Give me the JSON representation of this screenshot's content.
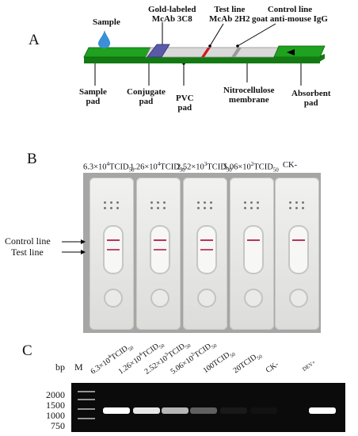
{
  "panels": {
    "a": "A",
    "b": "B",
    "c": "C"
  },
  "panel_a": {
    "sample": "Sample",
    "gold_labeled": "Gold-labeled",
    "mcab_3c8": "McAb 3C8",
    "test_line_title": "Test line",
    "mcab_2h2": "McAb 2H2",
    "control_line_title": "Control line",
    "goat_igg": "goat anti-mouse IgG",
    "sample_pad": [
      "Sample",
      "pad"
    ],
    "conjugate_pad": [
      "Conjugate",
      "pad"
    ],
    "pvc_pad": [
      "PVC",
      "pad"
    ],
    "nitrocellulose": [
      "Nitrocellulose",
      "membrane"
    ],
    "absorbent_pad": [
      "Absorbent",
      "pad"
    ],
    "colors": {
      "pad_green": "#1fa21f",
      "conjugate_blue": "#5a5aa8",
      "membrane_gray": "#d9d9d9",
      "test_red": "#d01a1a",
      "drop_blue": "#3b8fd6"
    }
  },
  "panel_b": {
    "concentrations": [
      {
        "mant": "6.3",
        "exp": "4",
        "unit": "TCID",
        "sub": "50"
      },
      {
        "mant": "1.26",
        "exp": "4",
        "unit": "TCID",
        "sub": "50"
      },
      {
        "mant": "2.52",
        "exp": "3",
        "unit": "TCID",
        "sub": "50"
      },
      {
        "mant": "5.06",
        "exp": "2",
        "unit": "TCID",
        "sub": "50"
      },
      {
        "mant": "CK-",
        "exp": "",
        "unit": "",
        "sub": ""
      }
    ],
    "control_line_label": "Control line",
    "test_line_label": "Test    line",
    "strips": [
      {
        "control": true,
        "test": true
      },
      {
        "control": true,
        "test": true
      },
      {
        "control": true,
        "test": true
      },
      {
        "control": true,
        "test": false
      },
      {
        "control": true,
        "test": false
      }
    ]
  },
  "panel_c": {
    "bp_label": "bp",
    "marker_label": "M",
    "lanes": [
      {
        "mant": "6.3",
        "exp": "4",
        "unit": "TCID",
        "sub": "50"
      },
      {
        "mant": "1.26",
        "exp": "4",
        "unit": "TCID",
        "sub": "50"
      },
      {
        "mant": "2.52",
        "exp": "3",
        "unit": "TCID",
        "sub": "50"
      },
      {
        "mant": "5.06",
        "exp": "2",
        "unit": "TCID",
        "sub": "50"
      },
      {
        "mant": "100",
        "exp": "",
        "unit": "TCID",
        "sub": "50"
      },
      {
        "mant": "20",
        "exp": "",
        "unit": "TCID",
        "sub": "50"
      },
      {
        "mant": "CK-",
        "exp": "",
        "unit": "",
        "sub": ""
      },
      {
        "mant": "DEV+",
        "exp": "",
        "unit": "",
        "sub": ""
      }
    ],
    "band_intensity": [
      1.0,
      0.9,
      0.7,
      0.35,
      0.06,
      0.03,
      0.0,
      1.0
    ],
    "ladder": [
      "2000",
      "1500",
      "1000",
      "750"
    ]
  }
}
